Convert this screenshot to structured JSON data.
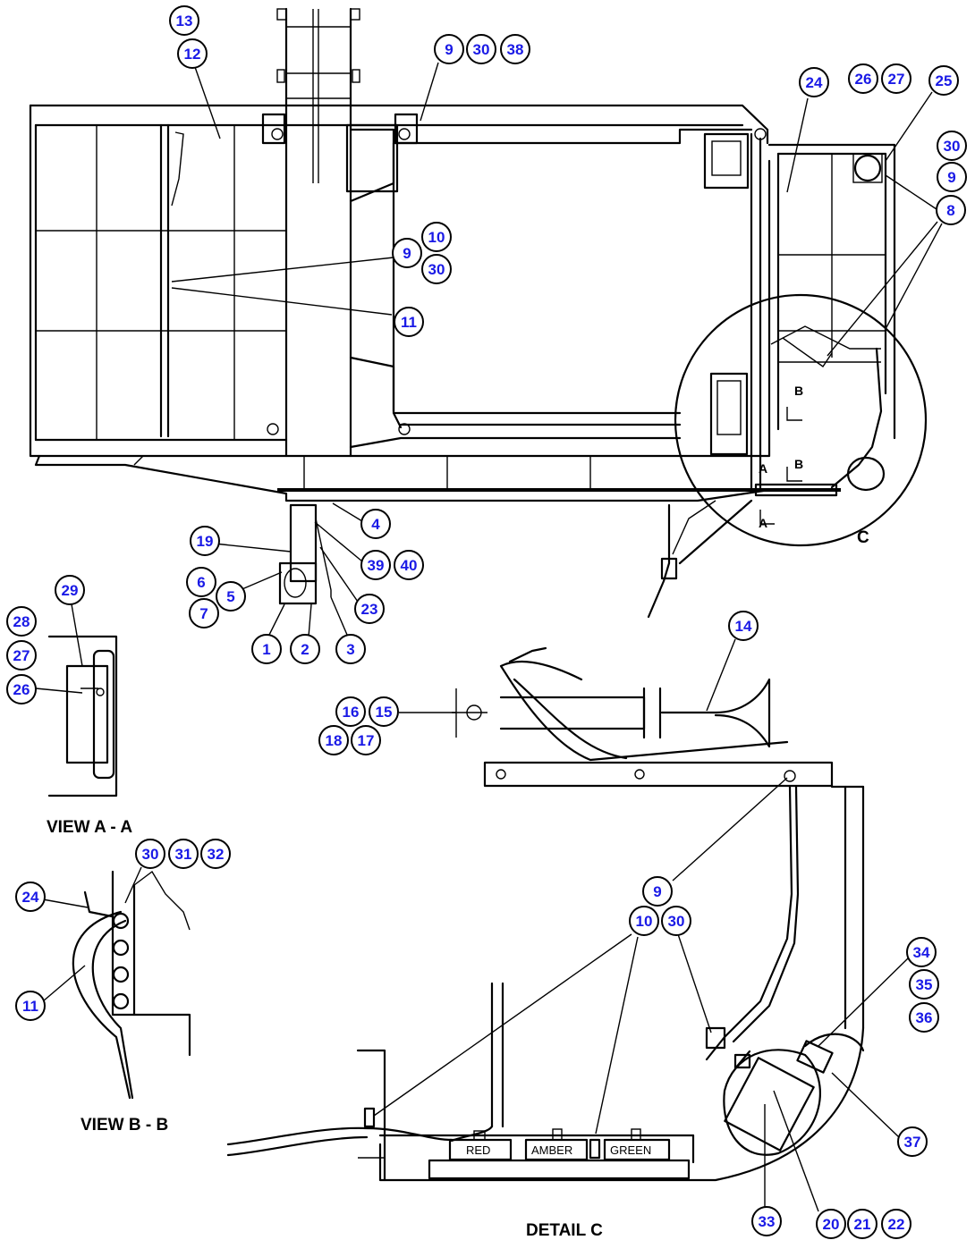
{
  "captions": {
    "view_a": "VIEW A - A",
    "view_b": "VIEW B - B",
    "detail_c": "DETAIL C",
    "detail_letter": "C"
  },
  "section_marks": [
    "A",
    "A",
    "B",
    "B"
  ],
  "lamp_labels": [
    "RED",
    "AMBER",
    "GREEN"
  ],
  "callouts": [
    "13",
    "12",
    "9",
    "30",
    "38",
    "24",
    "26",
    "27",
    "25",
    "30",
    "9",
    "8",
    "10",
    "9",
    "30",
    "11",
    "4",
    "19",
    "39",
    "40",
    "6",
    "5",
    "7",
    "23",
    "1",
    "2",
    "3",
    "29",
    "28",
    "27",
    "26",
    "14",
    "16",
    "15",
    "18",
    "17",
    "30",
    "31",
    "32",
    "24",
    "11",
    "9",
    "10",
    "30",
    "34",
    "35",
    "36",
    "37",
    "33",
    "20",
    "21",
    "22"
  ],
  "colors": {
    "callout_text": "#1a1ae6",
    "line": "#000000",
    "background": "#ffffff"
  }
}
